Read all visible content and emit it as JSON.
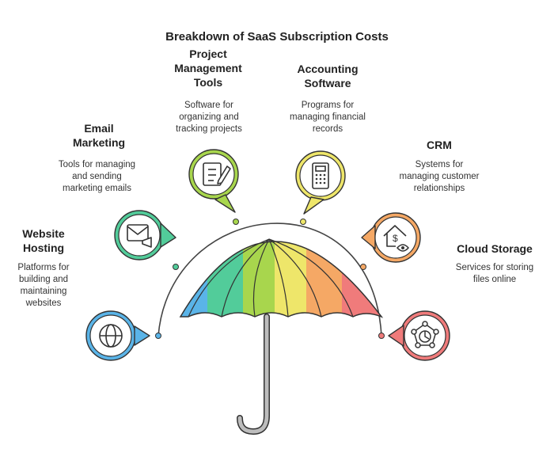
{
  "title": "Breakdown of SaaS Subscription Costs",
  "colors": {
    "website": "#5ab4e8",
    "email": "#52cc9a",
    "project": "#a8d64d",
    "accounting": "#eee66a",
    "crm": "#f5a865",
    "cloud": "#f07b7b",
    "stroke": "#333333"
  },
  "items": [
    {
      "name": "website",
      "label": "Website\nHosting",
      "desc": "Platforms for\nbuilding and\nmaintaining\nwebsites",
      "icon": "globe-icon"
    },
    {
      "name": "email",
      "label": "Email\nMarketing",
      "desc": "Tools for managing\nand sending\nmarketing emails",
      "icon": "megaphone-envelope-icon"
    },
    {
      "name": "project",
      "label": "Project\nManagement\nTools",
      "desc": "Software for\norganizing and\ntracking projects",
      "icon": "checklist-pencil-icon"
    },
    {
      "name": "accounting",
      "label": "Accounting\nSoftware",
      "desc": "Programs for\nmanaging financial\nrecords",
      "icon": "calculator-icon"
    },
    {
      "name": "crm",
      "label": "CRM",
      "desc": "Systems for\nmanaging customer\nrelationships",
      "icon": "house-dollar-eye-icon"
    },
    {
      "name": "cloud",
      "label": "Cloud Storage",
      "desc": "Services for storing\nfiles online",
      "icon": "cloud-network-icon"
    }
  ]
}
